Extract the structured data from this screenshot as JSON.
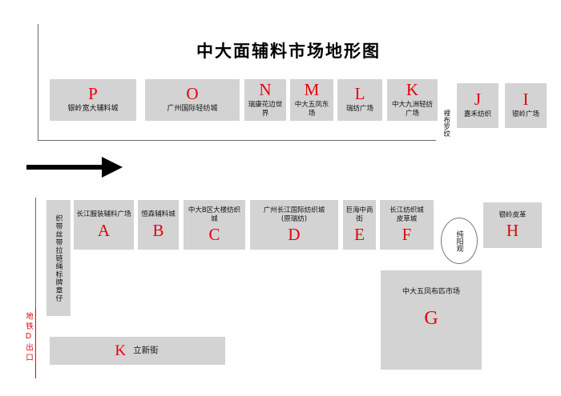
{
  "title": "中大面辅料市场地形图",
  "top_row": {
    "buildings": [
      {
        "letter": "P",
        "name": "银岭宽大辅料城"
      },
      {
        "letter": "O",
        "name": "广州国际轻纺城"
      },
      {
        "letter": "N",
        "name": "瑞康花边世界"
      },
      {
        "letter": "M",
        "name": "中大五凤东场"
      },
      {
        "letter": "L",
        "name": "瑞纺广场"
      },
      {
        "letter": "K",
        "name": "中大九洲轻纺广场"
      },
      {
        "letter": "J",
        "name": "嘉禾纺织"
      },
      {
        "letter": "I",
        "name": "银岭广场"
      }
    ],
    "note": "裡布罗纹"
  },
  "middle_row": {
    "strip_label": "织带丝带拉链绳标牌章仔",
    "buildings": [
      {
        "letter": "A",
        "name": "长江服装辅料广场"
      },
      {
        "letter": "B",
        "name": "恒森辅料城"
      },
      {
        "letter": "C",
        "name": "中大B区大楼纺织城"
      },
      {
        "letter": "D",
        "name": "广州长江国际纺织城",
        "name2": "(原瑞纺)"
      },
      {
        "letter": "E",
        "name": "巨海中商街"
      },
      {
        "letter": "F",
        "name": "长江纺织城",
        "name2": "皮草城"
      },
      {
        "letter": "H",
        "name": "银岭皮革"
      }
    ],
    "temple": "纯阳观"
  },
  "south": {
    "g": {
      "letter": "G",
      "name": "中大五凤布匹市场"
    },
    "street": {
      "letter": "K",
      "name": "立新街"
    }
  },
  "metro_exit": "地铁D出口",
  "colors": {
    "accent_red": "#e8000d",
    "box_gray": "#d3d3d3"
  }
}
